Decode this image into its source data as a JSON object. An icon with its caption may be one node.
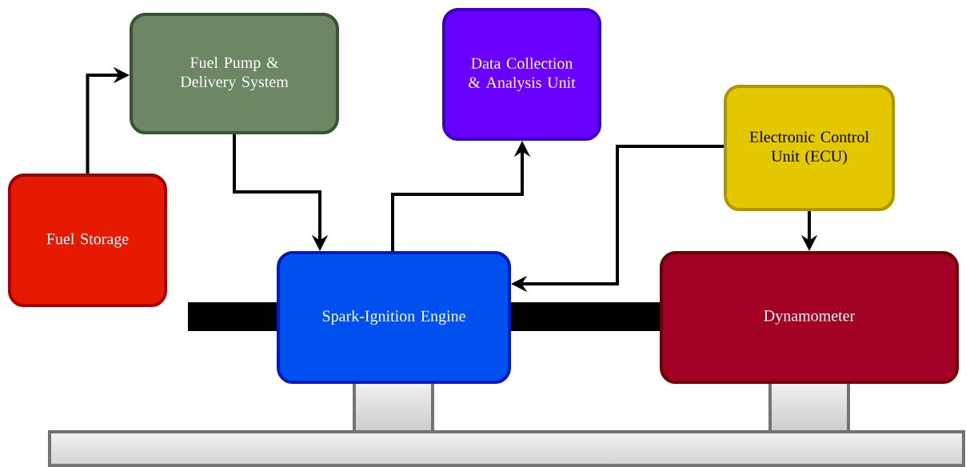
{
  "diagram": {
    "nodes": [
      {
        "text": [
          "Fuel Storage"
        ]
      },
      {
        "text": [
          "Fuel Pump & Delivery System"
        ]
      },
      {
        "text": [
          "Data Collection & Analysis Unit"
        ]
      },
      {
        "text": [
          "Electronic Control Unit (ECU)"
        ]
      },
      {
        "text": [
          "Spark-Ignition Engine"
        ]
      },
      {
        "text": [
          "Dynamometer"
        ]
      }
    ],
    "edges": [
      {
        "from": 0,
        "to": 1,
        "arrow": "to"
      },
      {
        "from": 1,
        "to": 4,
        "arrow": "to"
      },
      {
        "from": 4,
        "to": 2,
        "arrow": "to"
      },
      {
        "from": 3,
        "to": 4,
        "arrow": "to"
      },
      {
        "from": 3,
        "to": 5,
        "arrow": "to"
      }
    ]
  }
}
